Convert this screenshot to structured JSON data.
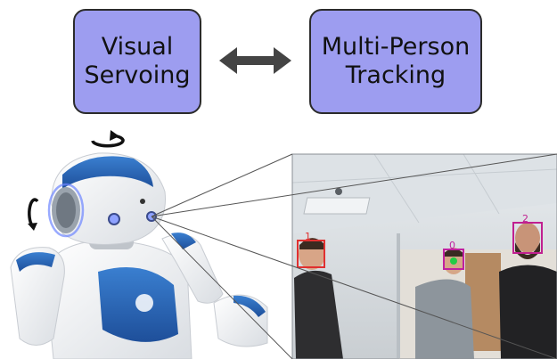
{
  "diagram": {
    "modules": {
      "visual_servoing": "Visual\nServoing",
      "multi_person_tracking": "Multi-Person\nTracking"
    },
    "camera_view": {
      "tracked_ids": [
        "1",
        "0",
        "2"
      ],
      "box_colors": [
        "#e03030",
        "#c020a0",
        "#c02090"
      ]
    },
    "icons": [
      "double-arrow-icon",
      "rotate-yaw-icon",
      "rotate-pitch-icon",
      "nao-robot-image",
      "camera-frame-image"
    ],
    "colors": {
      "module_fill": "#9d9df0",
      "module_border": "#2b2b2b",
      "arrow": "#444444"
    }
  }
}
